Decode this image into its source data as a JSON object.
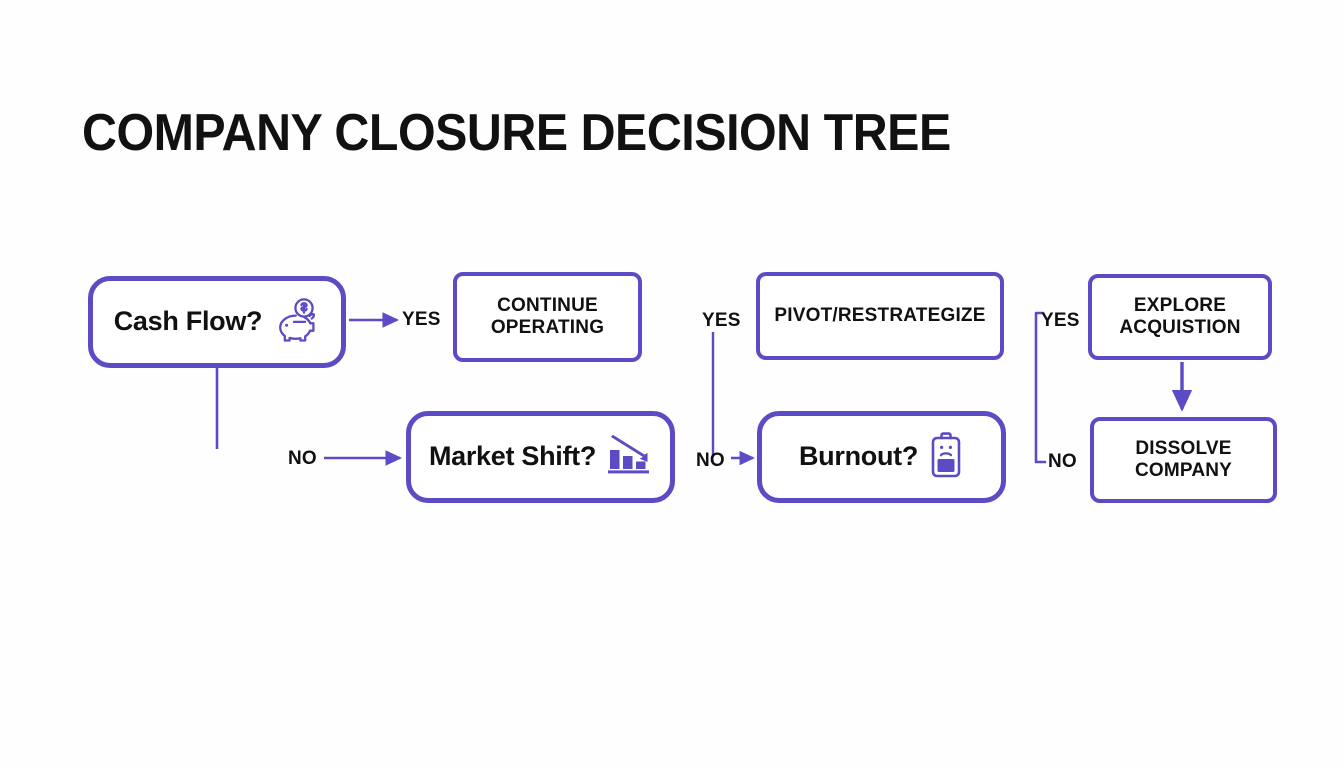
{
  "page": {
    "title": "COMPANY CLOSURE DECISION TREE",
    "accent_color": "#5B4BC4",
    "text_color": "#111111",
    "background_color": "#FEFEFE"
  },
  "nodes": {
    "cash_flow": {
      "label": "Cash Flow?",
      "icon": "piggy-bank-icon",
      "type": "decision"
    },
    "continue": {
      "label": "CONTINUE OPERATING",
      "line1": "CONTINUE",
      "line2": "OPERATING",
      "type": "outcome"
    },
    "market_shift": {
      "label": "Market Shift?",
      "icon": "declining-bar-chart-icon",
      "type": "decision"
    },
    "pivot": {
      "label": "PIVOT/RESTRATEGIZE",
      "type": "outcome"
    },
    "burnout": {
      "label": "Burnout?",
      "icon": "low-battery-sad-icon",
      "type": "decision"
    },
    "explore": {
      "label": "EXPLORE ACQUISTION",
      "line1": "EXPLORE",
      "line2": "ACQUISTION",
      "type": "outcome"
    },
    "dissolve": {
      "label": "DISSOLVE COMPANY",
      "line1": "DISSOLVE",
      "line2": "COMPANY",
      "type": "outcome"
    }
  },
  "edges": {
    "cash_yes": "YES",
    "cash_no": "NO",
    "market_yes": "YES",
    "market_no": "NO",
    "burnout_yes": "YES",
    "burnout_no": "NO"
  },
  "chart_data": {
    "type": "diagram",
    "title": "COMPANY CLOSURE DECISION TREE",
    "flow": [
      {
        "from": "Cash Flow?",
        "answer": "YES",
        "to": "CONTINUE OPERATING"
      },
      {
        "from": "Cash Flow?",
        "answer": "NO",
        "to": "Market Shift?"
      },
      {
        "from": "Market Shift?",
        "answer": "YES",
        "to": "PIVOT/RESTRATEGIZE"
      },
      {
        "from": "Market Shift?",
        "answer": "NO",
        "to": "Burnout?"
      },
      {
        "from": "Burnout?",
        "answer": "YES",
        "to": "EXPLORE ACQUISTION"
      },
      {
        "from": "Burnout?",
        "answer": "NO",
        "to": "DISSOLVE COMPANY"
      },
      {
        "from": "EXPLORE ACQUISTION",
        "answer": "",
        "to": "DISSOLVE COMPANY"
      }
    ]
  }
}
